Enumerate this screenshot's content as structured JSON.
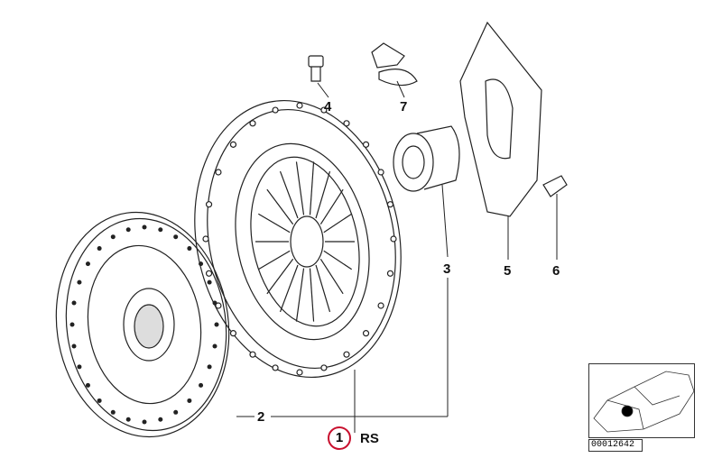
{
  "diagram": {
    "labels": {
      "p1": "1",
      "p2": "2",
      "p3": "3",
      "p4": "4",
      "p5": "5",
      "p6": "6",
      "p7": "7",
      "rs": "RS"
    },
    "highlight_color": "#c8102e",
    "inset_caption": "00012642"
  }
}
